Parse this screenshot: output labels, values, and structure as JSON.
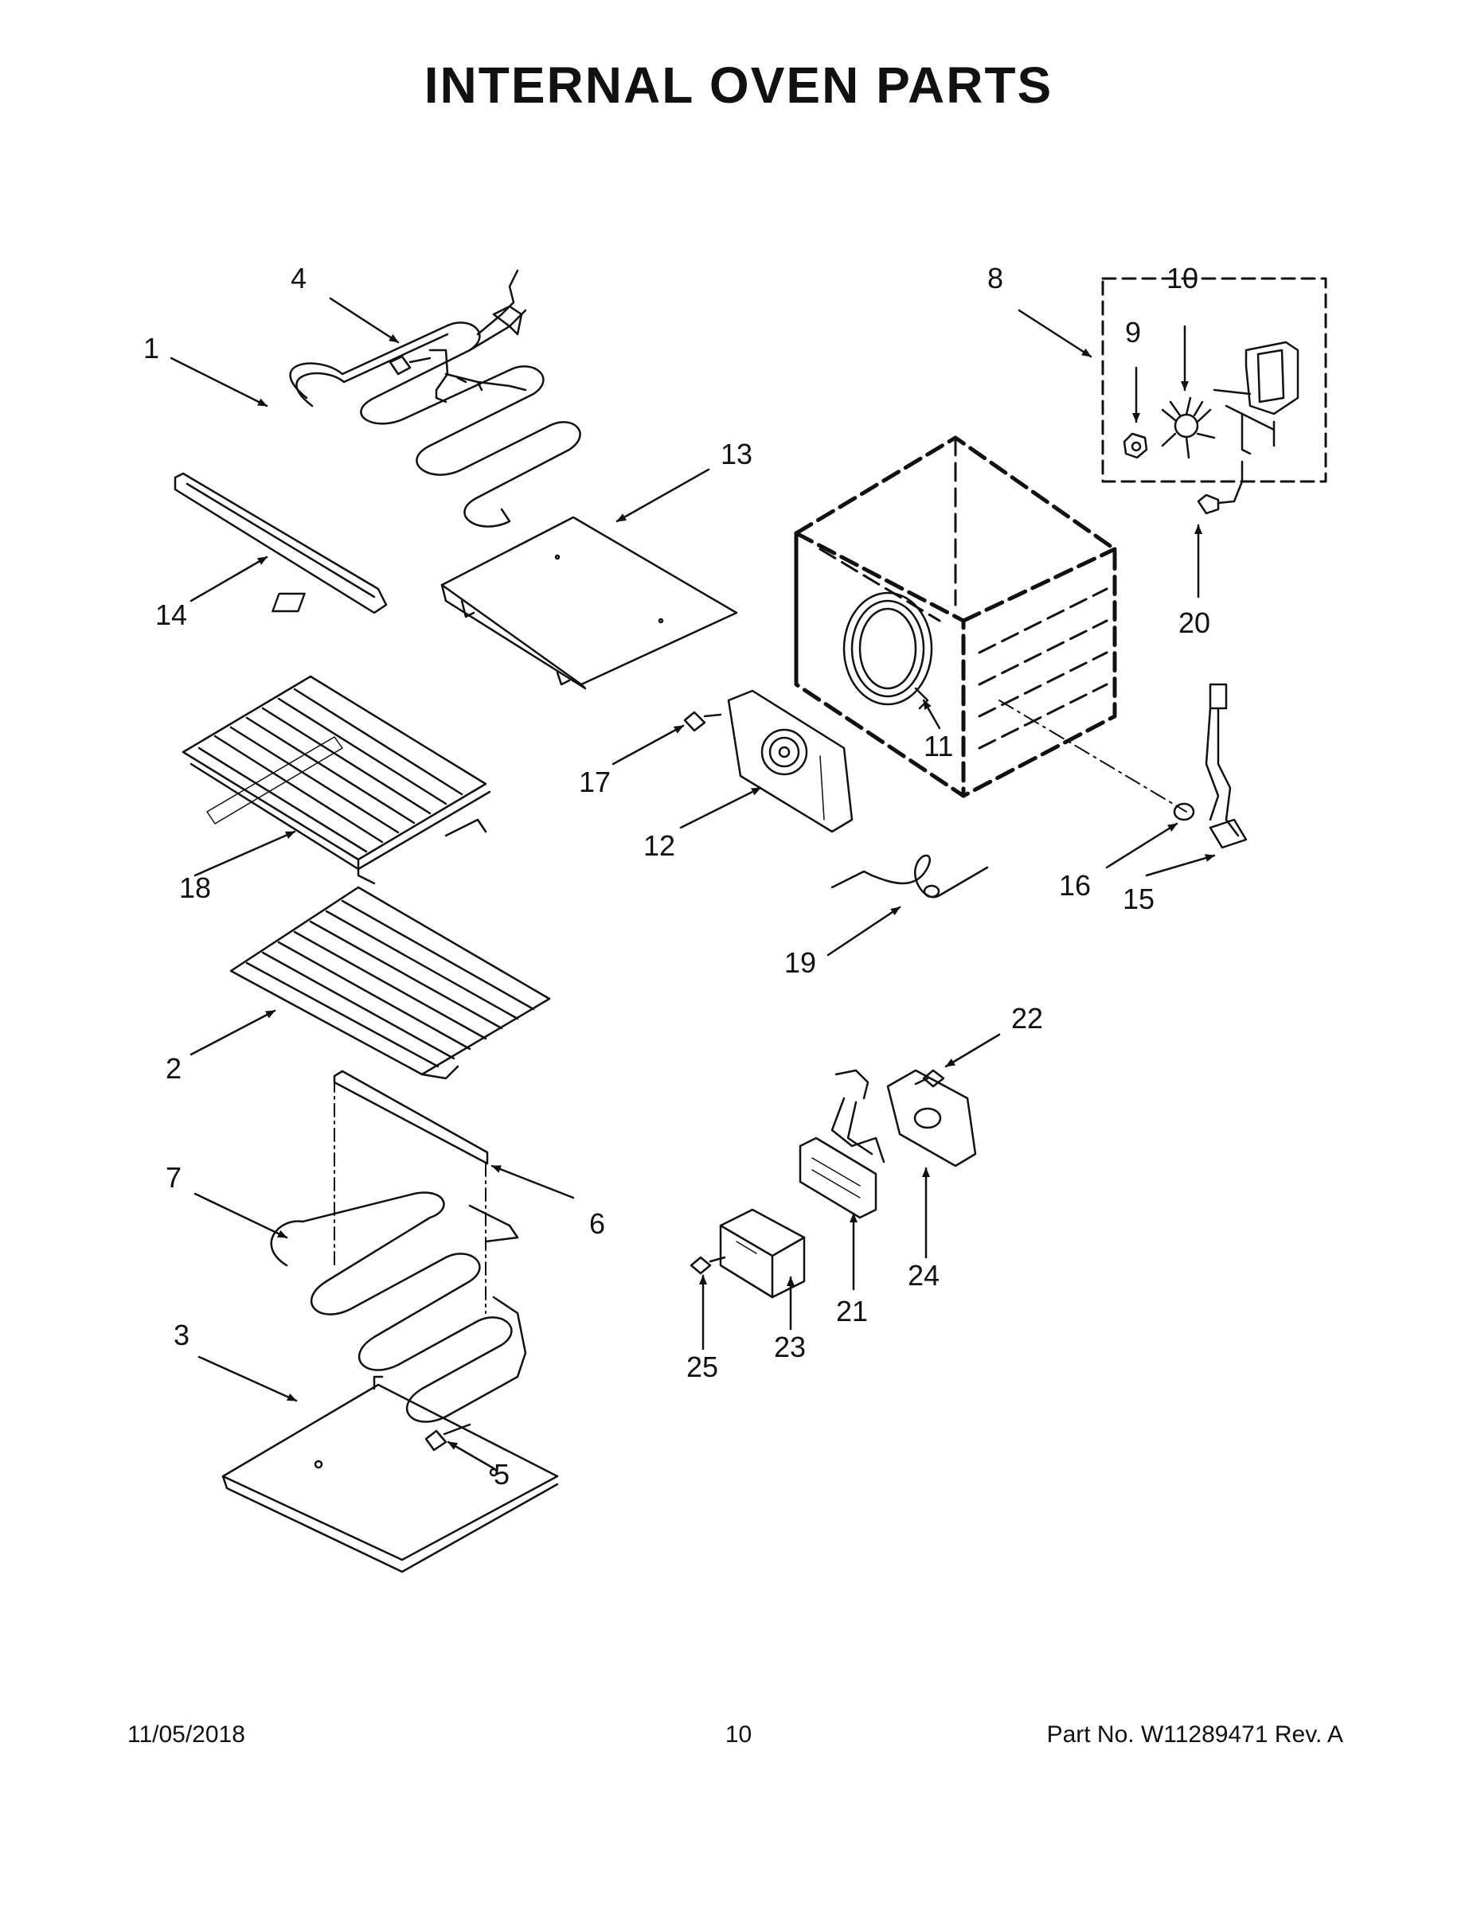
{
  "title": "INTERNAL OVEN PARTS",
  "callouts": [
    {
      "id": "1",
      "label": "1"
    },
    {
      "id": "2",
      "label": "2"
    },
    {
      "id": "3",
      "label": "3"
    },
    {
      "id": "4",
      "label": "4"
    },
    {
      "id": "5",
      "label": "5"
    },
    {
      "id": "6",
      "label": "6"
    },
    {
      "id": "7",
      "label": "7"
    },
    {
      "id": "8",
      "label": "8"
    },
    {
      "id": "9",
      "label": "9"
    },
    {
      "id": "10",
      "label": "10"
    },
    {
      "id": "11",
      "label": "11"
    },
    {
      "id": "12",
      "label": "12"
    },
    {
      "id": "13",
      "label": "13"
    },
    {
      "id": "14",
      "label": "14"
    },
    {
      "id": "15",
      "label": "15"
    },
    {
      "id": "16",
      "label": "16"
    },
    {
      "id": "17",
      "label": "17"
    },
    {
      "id": "18",
      "label": "18"
    },
    {
      "id": "19",
      "label": "19"
    },
    {
      "id": "20",
      "label": "20"
    },
    {
      "id": "21",
      "label": "21"
    },
    {
      "id": "22",
      "label": "22"
    },
    {
      "id": "23",
      "label": "23"
    },
    {
      "id": "24",
      "label": "24"
    },
    {
      "id": "25",
      "label": "25"
    }
  ],
  "footer": {
    "date": "11/05/2018",
    "page": "10",
    "part_no": "Part No.  W11289471  Rev.  A"
  }
}
